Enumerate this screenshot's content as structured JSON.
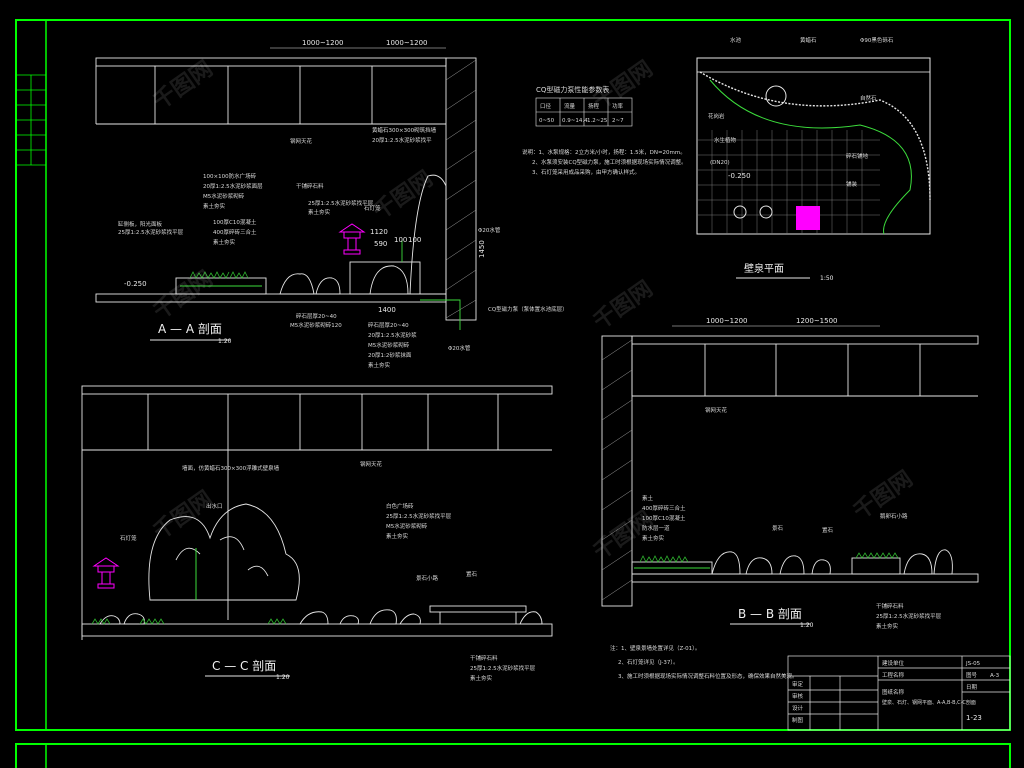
{
  "colors": {
    "background": "#000000",
    "frame": "#00ff00",
    "line": "#e6e6e6",
    "accent_green": "#3cdc3c",
    "accent_magenta": "#ff00ff",
    "plant": "#2fb52f"
  },
  "section_aa": {
    "title": "A — A 剖面",
    "scale": "1:20",
    "dims_top": [
      "1000~1200",
      "1000~1200"
    ],
    "level": "-0.250",
    "wall_height": "1450",
    "dims_bottom": [
      "1400"
    ],
    "dims_fountain": [
      "1120",
      "590",
      "100",
      "100"
    ],
    "callouts_left": [
      "缸侧板，阳光面板",
      "25厚1:2.5水泥砂浆找平层"
    ],
    "callouts_mid": [
      "100×100防水广场砖",
      "20厚1:2.5水泥砂浆面层",
      "M5水泥砂浆砌砖",
      "素土夯实",
      "100厚C10混凝土",
      "400厚碎砖三合土",
      "素土夯实"
    ],
    "callouts_right": [
      "干铺碎石料",
      "25厚1:2.5水泥砂浆找平层",
      "素土夯实"
    ],
    "callouts_top": [
      "黄蜡石300×300砌筑挡墙",
      "20厚1:2.5水泥砂浆找平"
    ],
    "lamp_label": "石灯笼",
    "pipe_label": "Φ20水管",
    "pipe_label_2": "Φ20水管",
    "cq_note": "CQ型磁力泵（泵体置水池底层）",
    "bottom_callouts": [
      "碎石层厚20~40",
      "20厚1:2.5水泥砂浆",
      "M5水泥砂浆砌砖",
      "20厚1:2砂浆抹面",
      "素土夯实"
    ],
    "m5_note": "M5水泥砂浆砌砖120",
    "gravel_note": "碎石层厚20~40",
    "ceiling_note": "钢网天花"
  },
  "pump_table": {
    "title": "CQ型磁力泵性能参数表",
    "headers": [
      "口径",
      "流量",
      "扬程",
      "功率"
    ],
    "values": [
      "0~50",
      "0.9~14.4",
      "1.2~25",
      "2~7"
    ]
  },
  "notes_top": [
    "说明：1、水泵规格：2立方米/小时，扬程：1.5米，DN=20mm。",
    "2、水泵须安装CQ型磁力泵，施工时须根据现场实际情况调整。",
    "3、石灯笼采用成品采购，由甲方确认样式。"
  ],
  "plan": {
    "title": "壁泉平面",
    "scale": "1:50",
    "labels": [
      "水池",
      "黄蜡石",
      "花岗岩",
      "自然石",
      "碎石铺地",
      "Φ90黑色砾石",
      "水生植物",
      "(DN20)",
      "铺装"
    ],
    "level": "-0.250"
  },
  "section_bb": {
    "title": "B — B 剖面",
    "scale": "1:20",
    "dims_top": [
      "1000~1200",
      "1200~1500"
    ],
    "ceiling_note": "钢网天花",
    "callouts": [
      "素土",
      "400厚碎砖三合土",
      "100厚C10混凝土",
      "防水层一道",
      "素土夯实"
    ],
    "callouts_right": [
      "景石",
      "置石",
      "鹅卵石小路"
    ],
    "bottom_callouts": [
      "干铺碎石料",
      "25厚1:2.5水泥砂浆找平层",
      "素土夯实"
    ]
  },
  "section_cc": {
    "title": "C — C 剖面",
    "scale": "1:20",
    "wall_note": "墙面，仿黄蜡石300×300浮雕式壁泉墙",
    "ceiling_note": "钢网天花",
    "lamp_label": "石灯笼",
    "water_label": "出水口",
    "callouts": [
      "白色广场砖",
      "25厚1:2.5水泥砂浆找平层",
      "M5水泥砂浆砌砖",
      "素土夯实"
    ],
    "side_callouts": [
      "景石小路",
      "置石"
    ],
    "bottom_callouts": [
      "干铺碎石料",
      "25厚1:2.5水泥砂浆找平层",
      "素土夯实"
    ]
  },
  "notes_bottom": [
    "注：1、壁泉景墙处置详见（Z-01）。",
    "2、石灯笼详见（J-37）。",
    "3、施工时须根据现场实际情况调整石料位置及形态，确保效果自然美观。"
  ],
  "title_block": {
    "project_label": "建设单位",
    "project_name": "工程名称",
    "drawing_title": "壁泉、石灯、钢网平面、A-A,B-B,C-C剖面",
    "drawing_no_label": "图号",
    "drawing_no": "1-23",
    "sheet_label": "图纸名称",
    "date_label": "日期",
    "roles": [
      "审定",
      "审核",
      "设计",
      "制图"
    ],
    "code": "JS-05",
    "revision": "A-3"
  },
  "watermark": "千图网"
}
